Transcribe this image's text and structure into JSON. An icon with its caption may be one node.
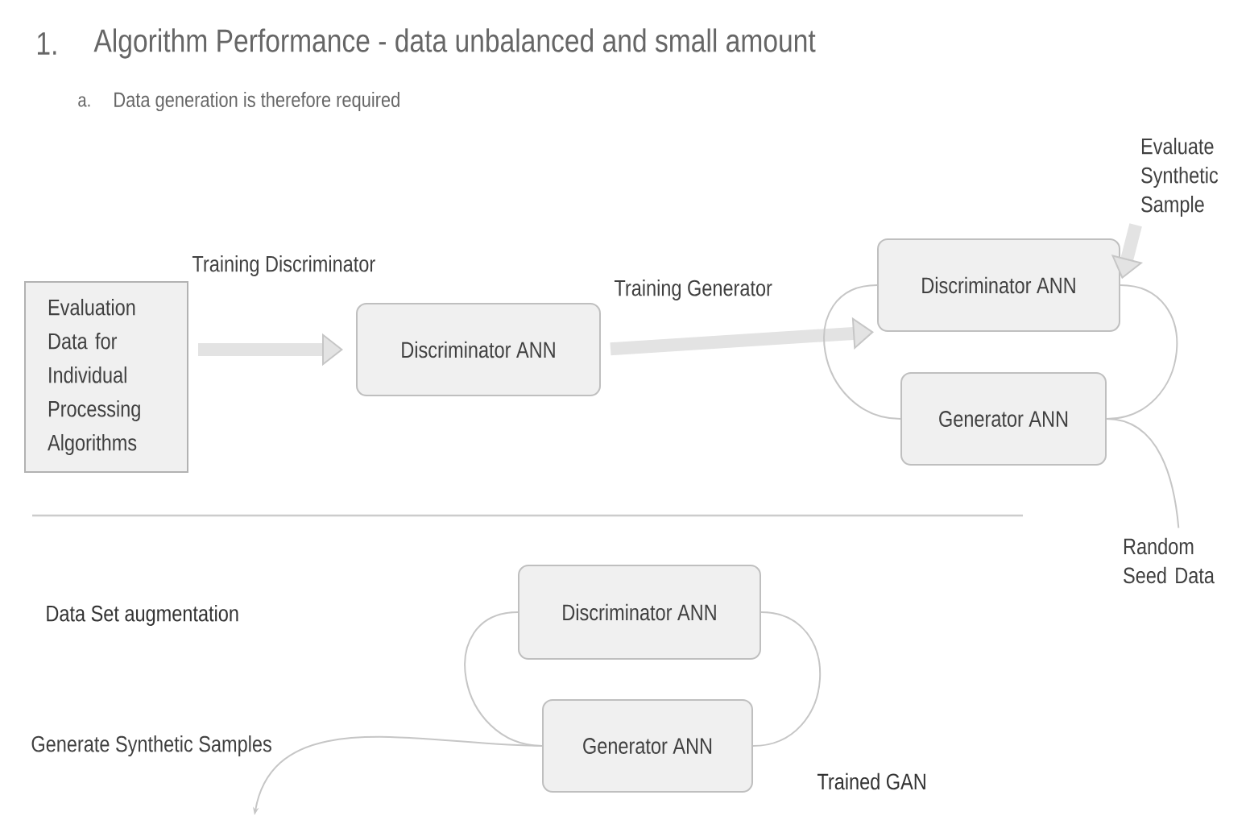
{
  "diagram": {
    "title": "Algorithm Performance - data unbalanced and small amount",
    "nodes": [
      {
        "text": [
          "Evaluation Data for Individual Processing Algorithms"
        ]
      },
      {
        "text": [
          "Discriminator ANN"
        ]
      },
      {
        "text": [
          "Discriminator ANN"
        ]
      },
      {
        "text": [
          "Generator ANN"
        ]
      },
      {
        "text": [
          "Evaluate Synthetic Sample"
        ]
      },
      {
        "text": [
          "Random Seed Data"
        ]
      },
      {
        "text": [
          "Discriminator ANN"
        ]
      },
      {
        "text": [
          "Generator ANN"
        ]
      }
    ],
    "edges": [
      {
        "from": 0,
        "to": 1,
        "arrow": "to",
        "label": "Training Discriminator",
        "style": "thick"
      },
      {
        "from": 1,
        "to": 2,
        "arrow": "to",
        "label": "Training Generator",
        "style": "thick"
      },
      {
        "from": 2,
        "to": 3,
        "arrow": "none"
      },
      {
        "from": 2,
        "to": 3,
        "arrow": "none"
      },
      {
        "from": 4,
        "to": 2,
        "arrow": "to",
        "style": "thick"
      },
      {
        "from": 3,
        "to": 5,
        "arrow": "none"
      },
      {
        "from": 6,
        "to": 7,
        "arrow": "none"
      },
      {
        "from": 6,
        "to": 7,
        "arrow": "none"
      },
      {
        "from": 7,
        "to": null,
        "arrow": "to",
        "label": "Generate Synthetic Samples"
      }
    ],
    "labels": [
      "1.",
      "a.",
      "Data generation is therefore required",
      "Data Set augmentation",
      "Trained GAN"
    ]
  }
}
